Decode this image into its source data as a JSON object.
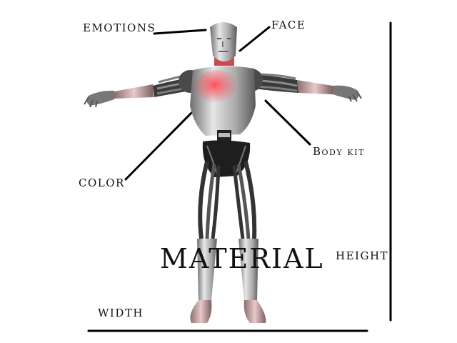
{
  "labels": {
    "emotions": "EMOTIONS",
    "face": "FACE",
    "body_kit": "Body kit",
    "color": "COLOR",
    "height": "HEIGHT",
    "width": "WIDTH",
    "material": "MATERIAL"
  },
  "colors": {
    "background": "#ffffff",
    "line": "#000000",
    "body_metal": "#b5b5b5",
    "cable_dark": "#2e2e2e",
    "highlight_red": "#e8404a"
  },
  "figure": {
    "subject": "robot-humanoid"
  }
}
